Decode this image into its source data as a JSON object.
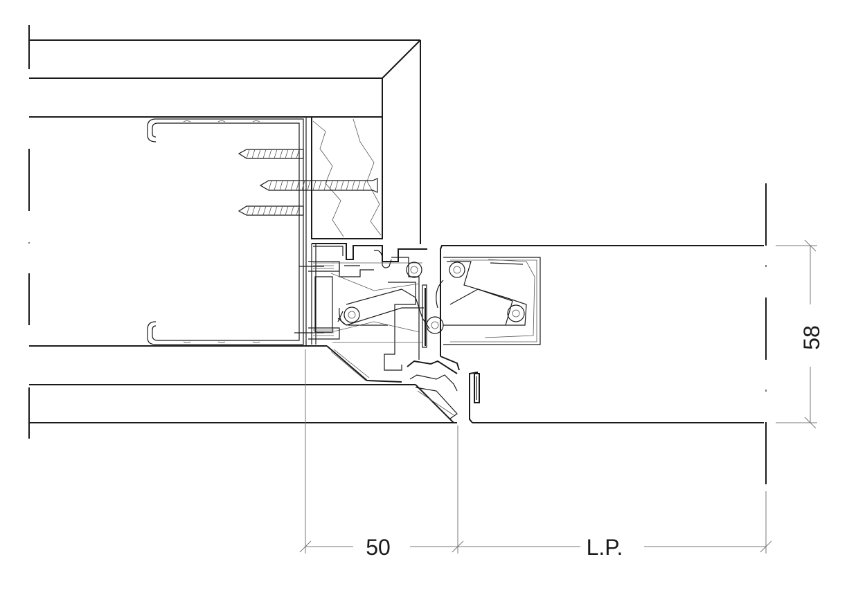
{
  "drawing": {
    "type": "architectural detail section",
    "dimensions": {
      "bottom_left": "50",
      "bottom_right": "L.P.",
      "right_vertical": "58"
    }
  }
}
